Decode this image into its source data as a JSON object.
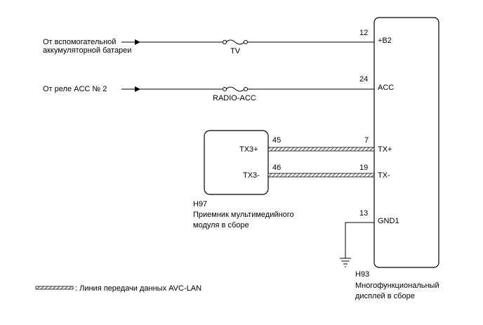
{
  "sources": {
    "aux_battery": [
      "От вспомогательной",
      "аккумуляторной батареи"
    ],
    "acc_relay": "От реле ACC № 2"
  },
  "fuses": {
    "tv": "TV",
    "radio_acc": "RADIO-ACC"
  },
  "display": {
    "code": "H93",
    "name": [
      "Многофункциональный",
      "дисплей в сборе"
    ],
    "pins": [
      {
        "num": "12",
        "name": "+B2"
      },
      {
        "num": "24",
        "name": "ACC"
      },
      {
        "num": "7",
        "name": "TX+"
      },
      {
        "num": "19",
        "name": "TX-"
      },
      {
        "num": "13",
        "name": "GND1"
      }
    ]
  },
  "receiver": {
    "code": "H97",
    "name": [
      "Приемник мультимедийного",
      "модуля в сборе"
    ],
    "pins": [
      {
        "num": "45",
        "name": "TX3+"
      },
      {
        "num": "46",
        "name": "TX3-"
      }
    ]
  },
  "legend": {
    "avc_lan": ": Линия передачи данных AVC-LAN"
  }
}
